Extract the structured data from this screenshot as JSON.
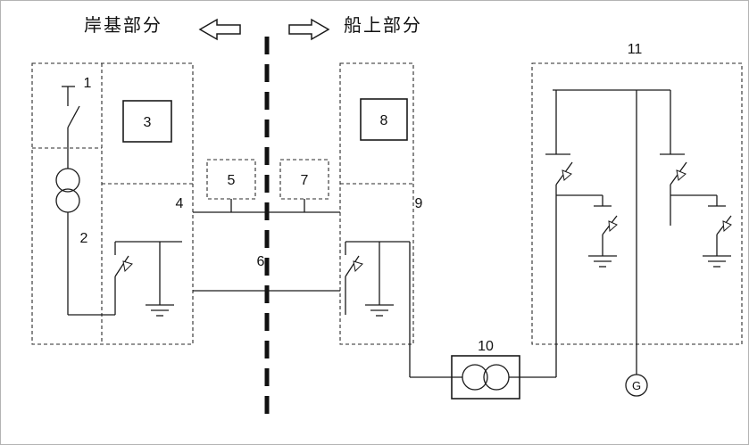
{
  "header": {
    "shore_label": "岸基部分",
    "ship_label": "船上部分"
  },
  "component_labels": {
    "c1": "1",
    "c2": "2",
    "c3": "3",
    "c4": "4",
    "c5": "5",
    "c6": "6",
    "c7": "7",
    "c8": "8",
    "c9": "9",
    "c10": "10",
    "c11": "11"
  },
  "generator": {
    "label": "G"
  },
  "colors": {
    "line": "#1a1a1a",
    "background": "#ffffff",
    "border": "#b3b3b3"
  }
}
